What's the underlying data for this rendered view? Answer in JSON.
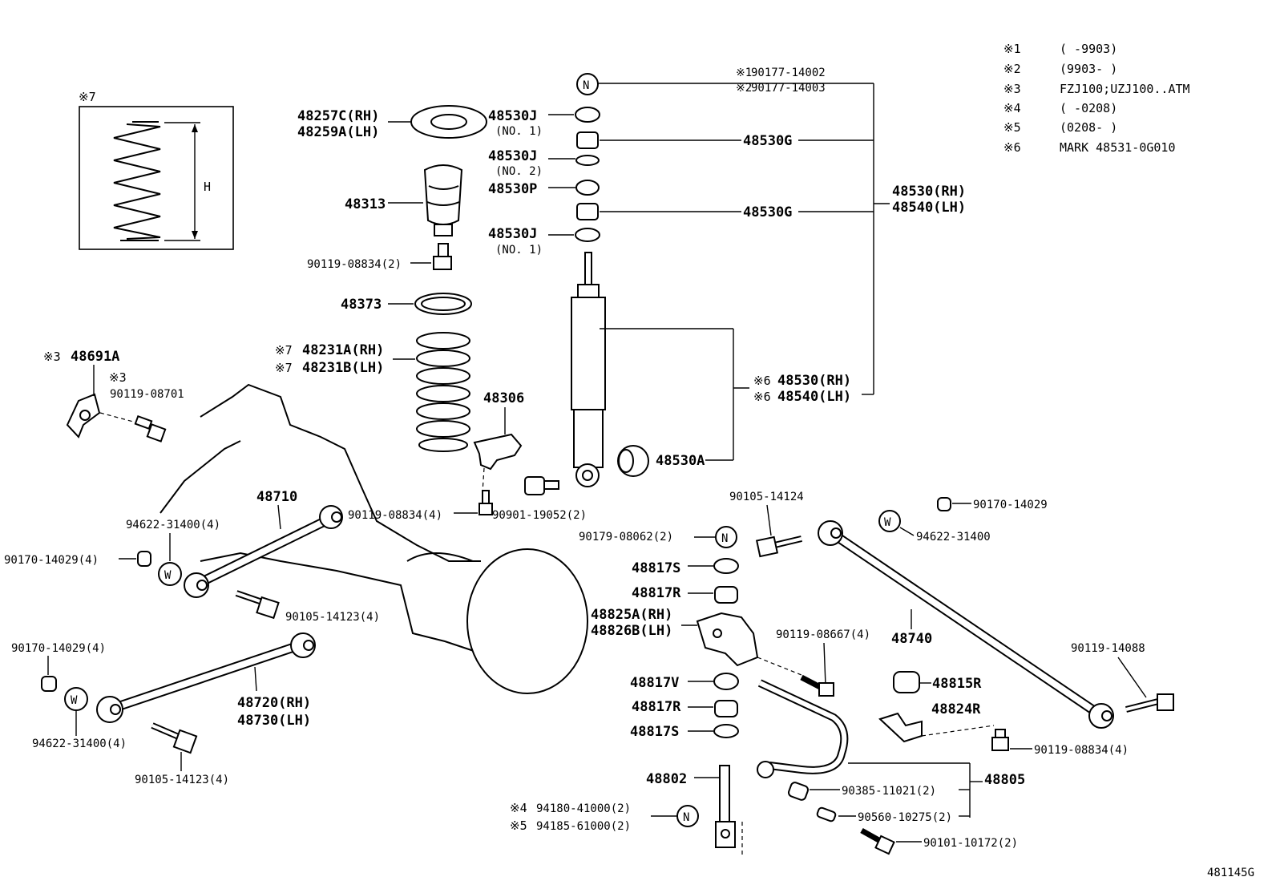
{
  "notes": [
    {
      "mark": "※1",
      "text": "(      -9903)"
    },
    {
      "mark": "※2",
      "text": "(9903-      )"
    },
    {
      "mark": "※3",
      "text": "FZJ100;UZJ100..ATM"
    },
    {
      "mark": "※4",
      "text": "(      -0208)"
    },
    {
      "mark": "※5",
      "text": "(0208-      )"
    },
    {
      "mark": "※6",
      "text": "MARK 48531-0G010"
    }
  ],
  "inset": {
    "mark": "※7",
    "dimension": "H"
  },
  "symbols": {
    "n": "N",
    "w": "W"
  },
  "diagram_id": "481145G",
  "labels": {
    "p48257c": "48257C(RH)",
    "p48259a": "48259A(LH)",
    "p48530j_1": "48530J",
    "no1_a": "(NO. 1)",
    "p48530j_2": "48530J",
    "no2": "(NO. 2)",
    "p48530p": "48530P",
    "p48530j_3": "48530J",
    "no1_b": "(NO. 1)",
    "p48313": "48313",
    "b90119_08834_top": "90119-08834(2)",
    "p48373": "48373",
    "m7a": "※7",
    "p48231a": "48231A(RH)",
    "m7b": "※7",
    "p48231b": "48231B(LH)",
    "m3a": "※3",
    "p48691a": "48691A",
    "m3b": "※3",
    "b90119_08701": "90119-08701",
    "p48306": "48306",
    "m1": "※1",
    "b90177_14002": "90177-14002",
    "m2": "※2",
    "b90177_14003": "90177-14003",
    "p48530g_1": "48530G",
    "p48530g_2": "48530G",
    "p48530_rh": "48530(RH)",
    "p48540_lh": "48540(LH)",
    "m6a": "※6",
    "p48530_rh2": "48530(RH)",
    "m6b": "※6",
    "p48540_lh2": "48540(LH)",
    "p48530a": "48530A",
    "p48710": "48710",
    "b94622_31400_a": "94622-31400(4)",
    "b90170_14029_a": "90170-14029(4)",
    "b90119_08834_mid": "90119-08834(4)",
    "b90901_19052": "90901-19052(2)",
    "b90105_14123_a": "90105-14123(4)",
    "b90170_14029_b": "90170-14029(4)",
    "p48720": "48720(RH)",
    "p48730": "48730(LH)",
    "b94622_31400_b": "94622-31400(4)",
    "b90105_14123_b": "90105-14123(4)",
    "b90105_14124": "90105-14124",
    "b90179_08062": "90179-08062(2)",
    "p48817s_1": "48817S",
    "p48817r_1": "48817R",
    "p48825a": "48825A(RH)",
    "p48826b": "48826B(LH)",
    "b90119_08667": "90119-08667(4)",
    "p48817v": "48817V",
    "p48817r_2": "48817R",
    "p48817s_2": "48817S",
    "b90170_14029_c": "90170-14029",
    "b94622_31400_c": "94622-31400",
    "p48740": "48740",
    "p48815r": "48815R",
    "b90119_14088": "90119-14088",
    "p48824r": "48824R",
    "b90119_08834_low": "90119-08834(4)",
    "p48802": "48802",
    "p48805": "48805",
    "b90385_11021": "90385-11021(2)",
    "b90560_10275": "90560-10275(2)",
    "m4": "※4",
    "b94180_41000": "94180-41000(2)",
    "m5": "※5",
    "b94185_61000": "94185-61000(2)",
    "b90101_10172": "90101-10172(2)"
  }
}
